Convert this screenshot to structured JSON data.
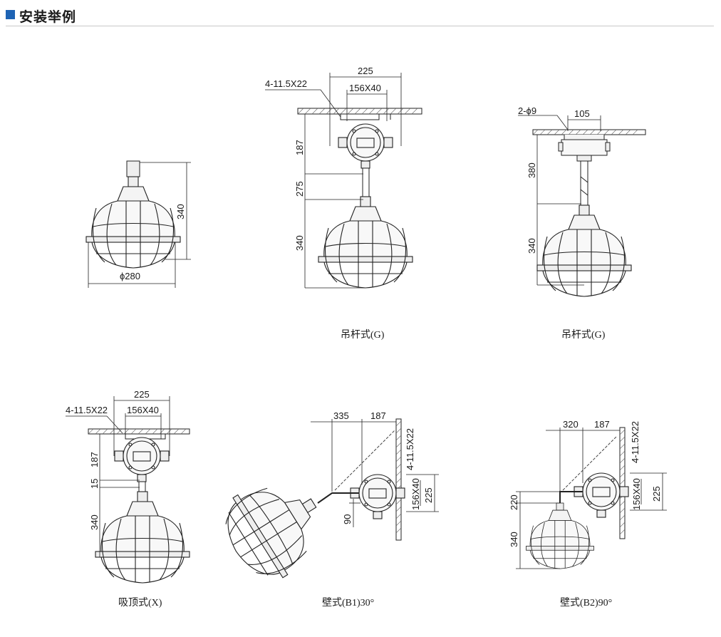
{
  "header": {
    "title": "安装举例",
    "accent_color": "#1e63b4"
  },
  "figures": {
    "fig1": {
      "d_height": "340",
      "d_diameter": "ϕ280"
    },
    "fig2": {
      "caption": "吊杆式(G)",
      "d_width": "225",
      "d_inner": "156X40",
      "d_holes": "4-11.5X22",
      "d_box": "187",
      "d_rod": "275",
      "d_lamp": "340"
    },
    "fig3": {
      "caption": "吊杆式(G)",
      "d_holes": "2-ϕ9",
      "d_width": "105",
      "d_rod": "380",
      "d_lamp": "340"
    },
    "fig4": {
      "caption": "吸顶式(X)",
      "d_width": "225",
      "d_holes": "4-11.5X22",
      "d_inner": "156X40",
      "d_box": "187",
      "d_gap": "15",
      "d_lamp": "340"
    },
    "fig5": {
      "caption": "壁式(B1)30°",
      "d_reach": "335",
      "d_arm": "187",
      "d_holes": "4-11.5X22",
      "d_inner": "156X40",
      "d_height": "225",
      "d_drop": "90"
    },
    "fig6": {
      "caption": "壁式(B2)90°",
      "d_reach": "320",
      "d_arm": "187",
      "d_holes": "4-11.5X22",
      "d_inner": "156X40",
      "d_height": "225",
      "d_top": "220",
      "d_lamp": "340"
    }
  }
}
